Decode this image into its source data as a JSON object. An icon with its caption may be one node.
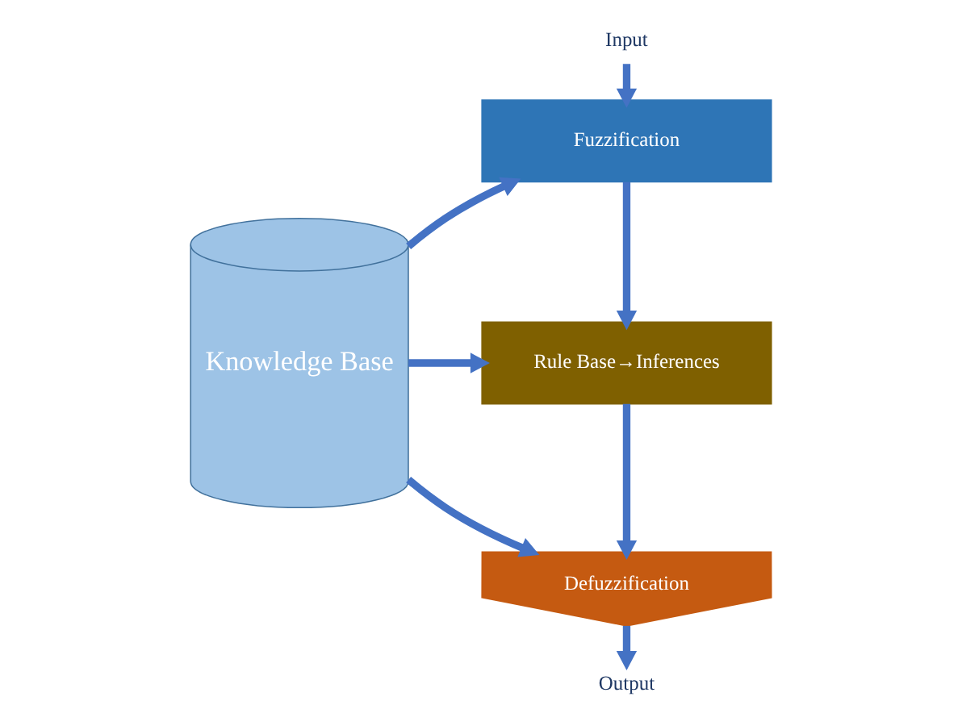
{
  "diagram": {
    "nodes": [
      {
        "text": [
          "Knowledge Base"
        ]
      },
      {
        "text": [
          "Fuzzification"
        ]
      },
      {
        "text": [
          "Rule Base→Inferences"
        ]
      },
      {
        "text": [
          "Defuzzification"
        ]
      },
      {
        "text": [
          "Input"
        ]
      },
      {
        "text": [
          "Output"
        ]
      }
    ],
    "edges": [
      {
        "from": 4,
        "to": 1,
        "arrow": "to"
      },
      {
        "from": 1,
        "to": 2,
        "arrow": "to"
      },
      {
        "from": 2,
        "to": 3,
        "arrow": "to"
      },
      {
        "from": 3,
        "to": 5,
        "arrow": "to"
      },
      {
        "from": 0,
        "to": 1,
        "arrow": "to"
      },
      {
        "from": 0,
        "to": 2,
        "arrow": "to"
      },
      {
        "from": 0,
        "to": 3,
        "arrow": "to"
      }
    ]
  }
}
